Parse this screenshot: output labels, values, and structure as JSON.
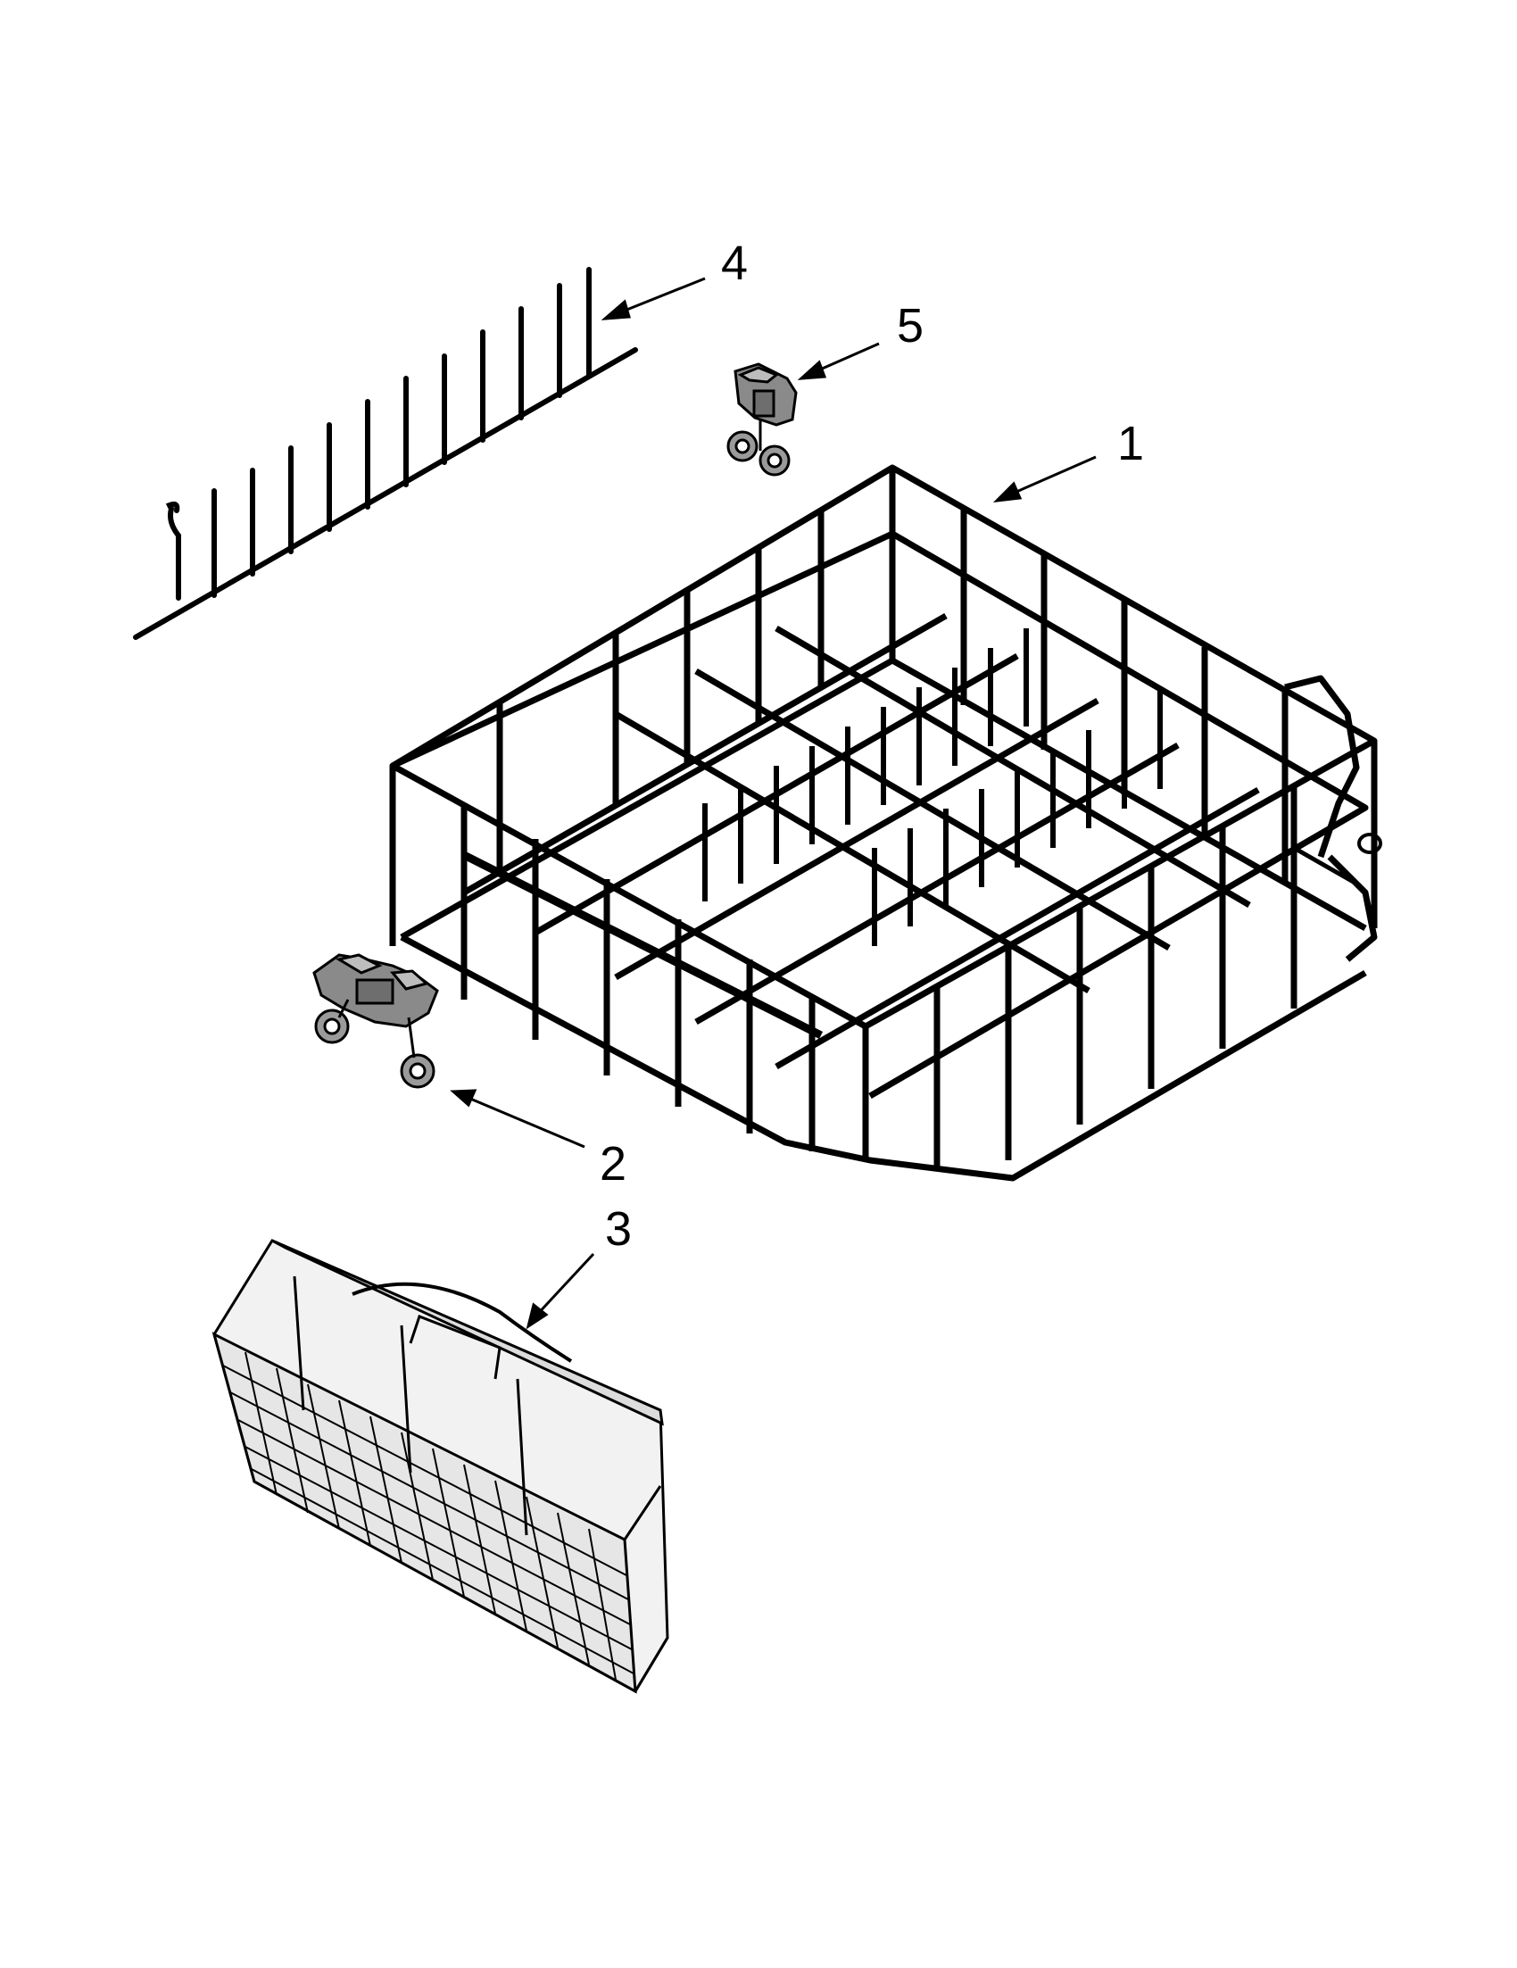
{
  "diagram": {
    "title": "",
    "callouts": [
      {
        "id": "callout-1",
        "number": "1",
        "part": "lower-dishrack"
      },
      {
        "id": "callout-2",
        "number": "2",
        "part": "rack-wheel-assembly"
      },
      {
        "id": "callout-3",
        "number": "3",
        "part": "silverware-basket"
      },
      {
        "id": "callout-4",
        "number": "4",
        "part": "tine-row"
      },
      {
        "id": "callout-5",
        "number": "5",
        "part": "wheel-clip"
      }
    ],
    "colors": {
      "line": "#000000",
      "part_gray": "#8a8a8a",
      "background": "#ffffff"
    }
  }
}
